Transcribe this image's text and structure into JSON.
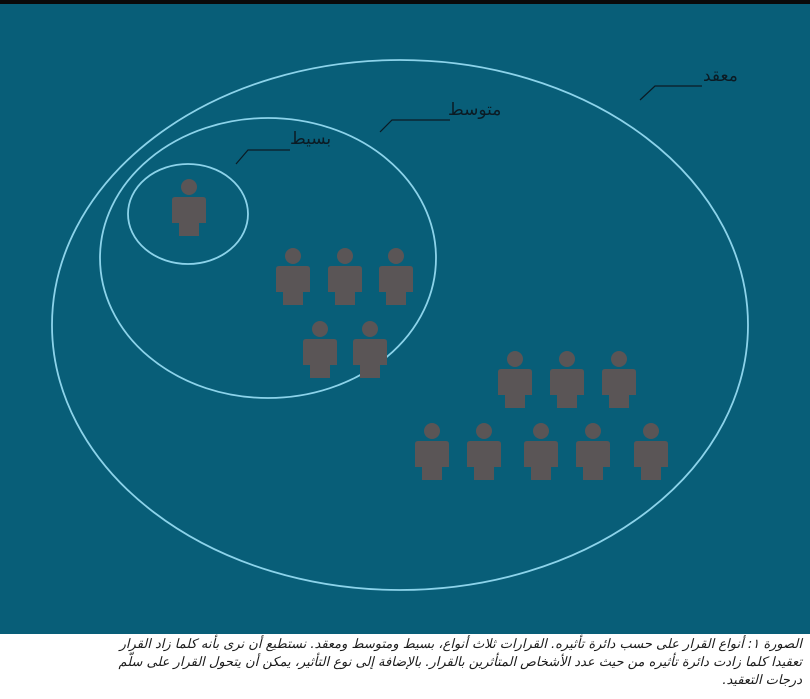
{
  "diagram": {
    "labels": {
      "complex": "معقد",
      "medium": "متوسط",
      "simple": "بسيط"
    },
    "colors": {
      "background": "#085e78",
      "circle_stroke": "#8cd3ea",
      "person": "#5a5556",
      "label_text": "#0b1b24"
    },
    "groups": [
      {
        "name": "simple",
        "people": 1
      },
      {
        "name": "medium",
        "people": 5
      },
      {
        "name": "complex",
        "people": 8
      }
    ],
    "person_icon": "person-icon"
  },
  "caption": {
    "line1": "الصورة ١: أنواع القرار على حسب دائرة تأثيره. القرارات ثلاث أنواع، بسيط ومتوسط ومعقد. نستطيع أن نرى بأنه كلما زاد القرار",
    "line2": "تعقيدا كلما زادت دائرة تأثيره من حيث عدد الأشخاص المتأثرين بالقرار. بالإضافة إلى نوع التأثير، يمكن أن يتحول القرار على سلّم",
    "line3": "درجات التعقيد."
  }
}
